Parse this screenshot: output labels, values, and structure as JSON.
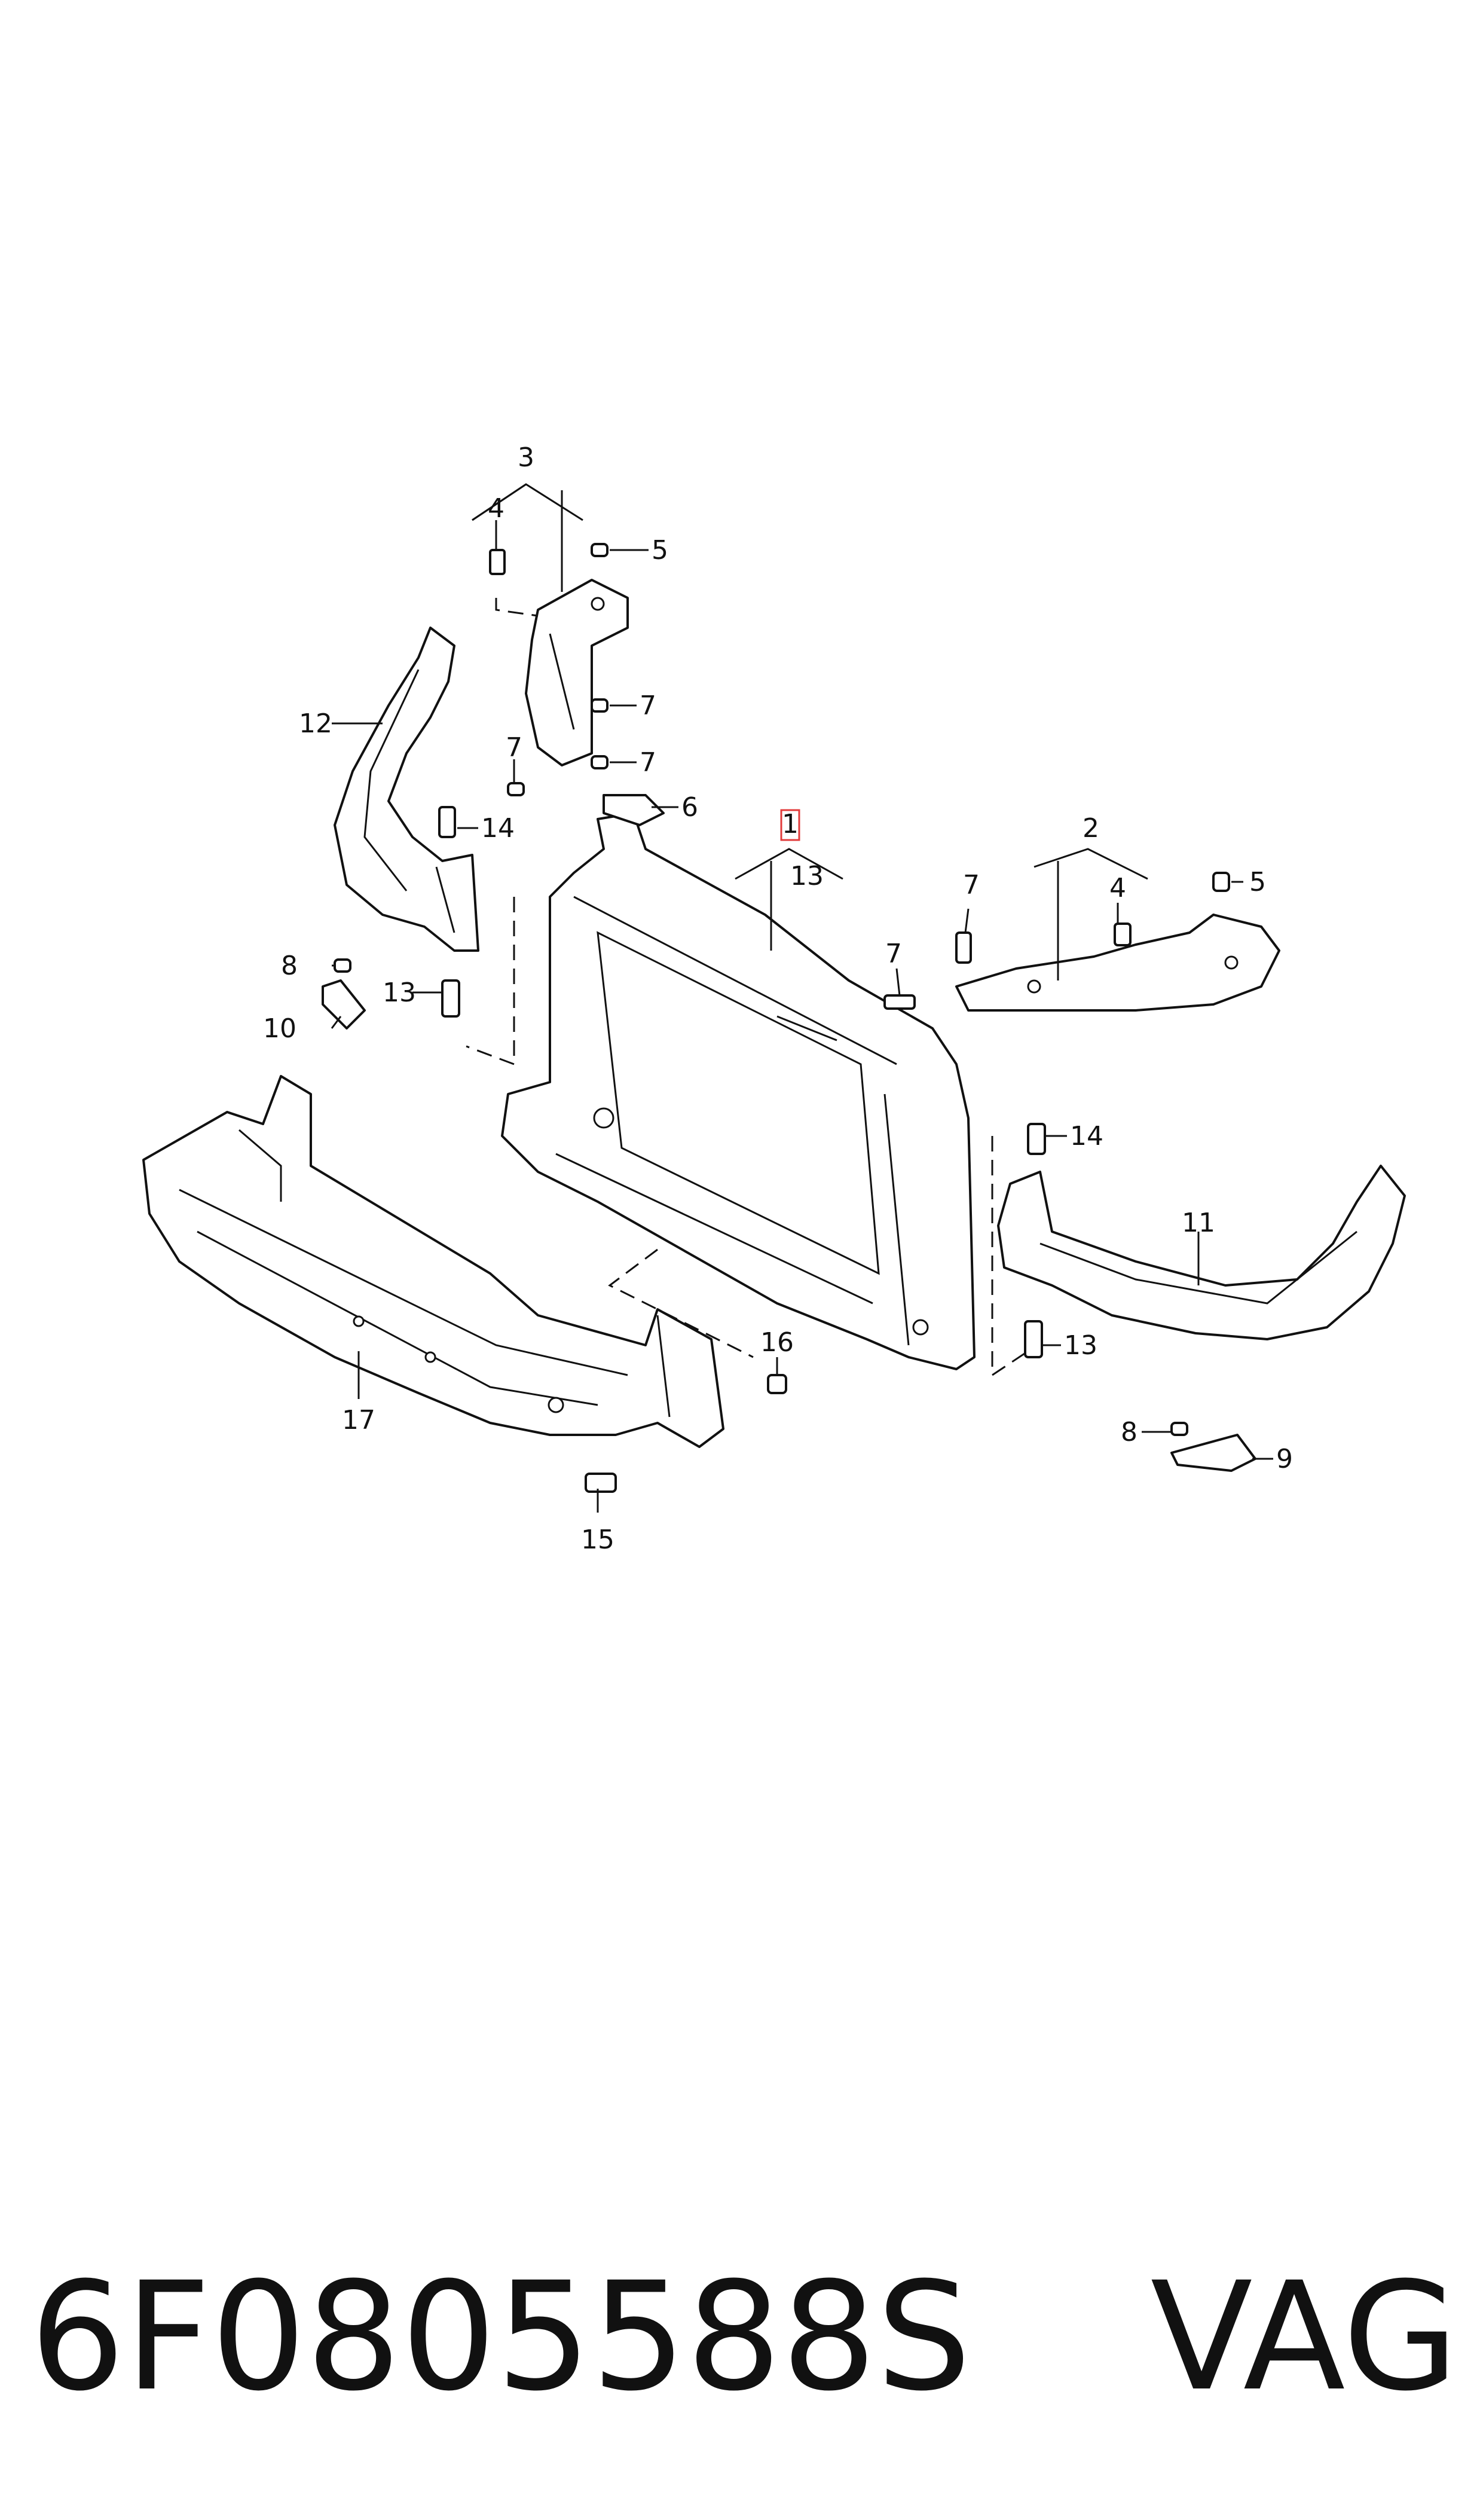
{
  "diagram": {
    "callouts": {
      "c1": "1",
      "c2": "2",
      "c3": "3",
      "c4a": "4",
      "c4b": "4",
      "c5a": "5",
      "c5b": "5",
      "c6": "6",
      "c7a": "7",
      "c7b": "7",
      "c7c": "7",
      "c7d": "7",
      "c7e": "7",
      "c8a": "8",
      "c8b": "8",
      "c9": "9",
      "c10": "10",
      "c11": "11",
      "c12": "12",
      "c13a": "13",
      "c13b": "13",
      "c13c": "13",
      "c14a": "14",
      "c14b": "14",
      "c15": "15",
      "c16": "16",
      "c17": "17"
    },
    "highlight_color": "#e23b3b"
  },
  "footer": {
    "part_number": "6F0805588S",
    "brand": "VAG"
  }
}
